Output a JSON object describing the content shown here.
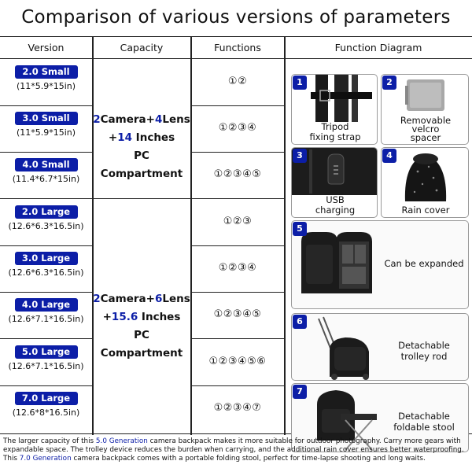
{
  "title": "Comparison of various versions of parameters",
  "headers": {
    "version": "Version",
    "capacity": "Capacity",
    "functions": "Functions",
    "diagram": "Function Diagram"
  },
  "rows": [
    {
      "badge": "2.0 Small",
      "dims": "(11*5.9*15in)",
      "functions": "①②"
    },
    {
      "badge": "3.0 Small",
      "dims": "(11*5.9*15in)",
      "functions": "①②③④"
    },
    {
      "badge": "4.0 Small",
      "dims": "(11.4*6.7*15in)",
      "functions": "①②③④⑤"
    },
    {
      "badge": "2.0 Large",
      "dims": "(12.6*6.3*16.5in)",
      "functions": "①②③"
    },
    {
      "badge": "3.0 Large",
      "dims": "(12.6*6.3*16.5in)",
      "functions": "①②③④"
    },
    {
      "badge": "4.0 Large",
      "dims": "(12.6*7.1*16.5in)",
      "functions": "①②③④⑤"
    },
    {
      "badge": "5.0 Large",
      "dims": "(12.6*7.1*16.5in)",
      "functions": "①②③④⑤⑥"
    },
    {
      "badge": "7.0 Large",
      "dims": "(12.6*8*16.5in)",
      "functions": "①②③④⑦"
    }
  ],
  "capacity_small": {
    "cam": "2",
    "cam_label": "Camera+",
    "lens": "4",
    "lens_label": "Lens",
    "plus": "+",
    "inch": "14",
    "inch_label": " Inches",
    "pc": "PC Compartment"
  },
  "capacity_large": {
    "cam": "2",
    "cam_label": "Camera+",
    "lens": "6",
    "lens_label": "Lens",
    "plus": "+",
    "inch": "15.6",
    "inch_label": " Inches",
    "pc": "PC Compartment"
  },
  "diagram": [
    {
      "num": "1",
      "label_l1": "Tripod",
      "label_l2": "fixing strap",
      "icon": "tripod-strap-icon"
    },
    {
      "num": "2",
      "label_l1": "Removable",
      "label_l2": "velcro",
      "label_l3": "spacer",
      "icon": "velcro-spacer-icon"
    },
    {
      "num": "3",
      "label_l1": "USB",
      "label_l2": "charging",
      "icon": "usb-port-icon"
    },
    {
      "num": "4",
      "label_l1": "Rain cover",
      "icon": "rain-cover-icon"
    },
    {
      "num": "5",
      "label_l1": "Can be expanded",
      "icon": "expandable-backpack-icon"
    },
    {
      "num": "6",
      "label_l1": "Detachable",
      "label_l2": "trolley rod",
      "icon": "trolley-backpack-icon"
    },
    {
      "num": "7",
      "label_l1": "Detachable",
      "label_l2": "foldable stool",
      "icon": "stool-backpack-icon"
    }
  ],
  "note": {
    "p1": "The larger capacity of this ",
    "gen1": "5.0 Generation",
    "p2": " camera backpack makes it more suitable for outdoor photography. Carry more gears with expandable space. The trolley device reduces the burden when carrying, and the additional rain cover ensures better waterproofing. This ",
    "gen2": "7.0 Generation",
    "p3": " camera backpack comes with a portable folding stool, perfect for time-lapse shooting and long waits."
  },
  "colors": {
    "badge": "#0c1ea7",
    "accent_text": "#0c1ea7"
  }
}
